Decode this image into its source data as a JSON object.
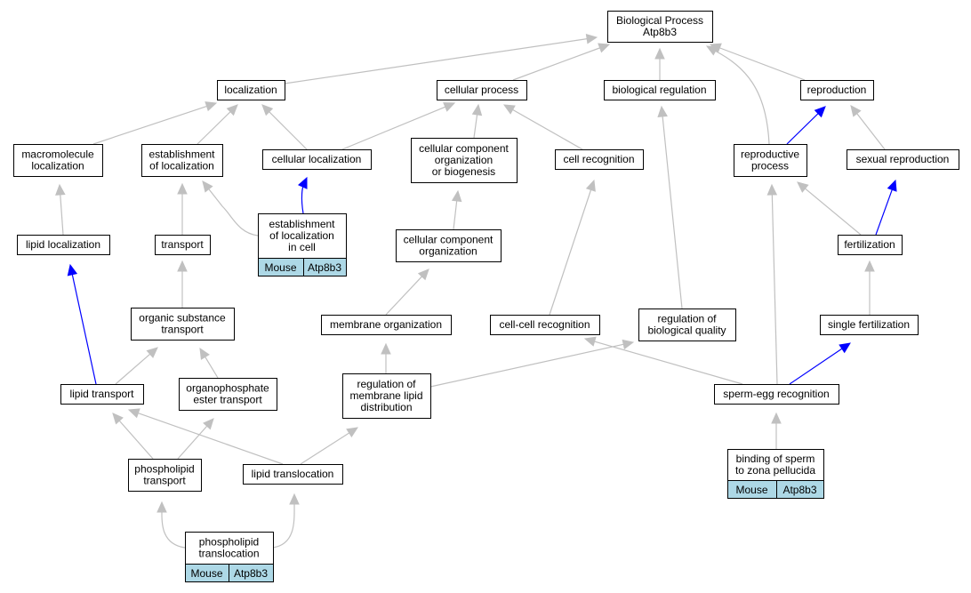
{
  "colors": {
    "edge_default": "#c0c0c0",
    "edge_highlight": "#0000ff",
    "annotation_bg": "#add8e6"
  },
  "nodes": {
    "bp": [
      "Biological Process",
      "Atp8b3"
    ],
    "localization": [
      "localization"
    ],
    "cellular_process": [
      "cellular process"
    ],
    "biological_regulation": [
      "biological regulation"
    ],
    "reproduction": [
      "reproduction"
    ],
    "macromolecule_localization": [
      "macromolecule",
      "localization"
    ],
    "establishment_of_localization": [
      "establishment",
      "of localization"
    ],
    "cellular_localization": [
      "cellular localization"
    ],
    "ccob": [
      "cellular component",
      "organization",
      "or biogenesis"
    ],
    "cell_recognition": [
      "cell recognition"
    ],
    "reproductive_process": [
      "reproductive",
      "process"
    ],
    "sexual_reproduction": [
      "sexual reproduction"
    ],
    "lipid_localization": [
      "lipid localization"
    ],
    "transport": [
      "transport"
    ],
    "eloc_in_cell": [
      "establishment",
      "of localization",
      "in cell"
    ],
    "cco": [
      "cellular component",
      "organization"
    ],
    "fertilization": [
      "fertilization"
    ],
    "organic_substance_transport": [
      "organic substance",
      "transport"
    ],
    "membrane_organization": [
      "membrane organization"
    ],
    "cell_cell_recognition": [
      "cell-cell recognition"
    ],
    "regulation_of_biological_quality": [
      "regulation of",
      "biological quality"
    ],
    "single_fertilization": [
      "single fertilization"
    ],
    "lipid_transport": [
      "lipid transport"
    ],
    "organophosphate_ester_transport": [
      "organophosphate",
      "ester transport"
    ],
    "rmld": [
      "regulation of",
      "membrane lipid",
      "distribution"
    ],
    "sperm_egg_recognition": [
      "sperm-egg recognition"
    ],
    "phospholipid_transport": [
      "phospholipid",
      "transport"
    ],
    "lipid_translocation": [
      "lipid translocation"
    ],
    "binding_sperm_zp": [
      "binding of sperm",
      "to zona pellucida"
    ],
    "phospholipid_translocation": [
      "phospholipid",
      "translocation"
    ]
  },
  "annotations": {
    "eloc_in_cell": [
      "Mouse",
      "Atp8b3"
    ],
    "binding_sperm_zp": [
      "Mouse",
      "Atp8b3"
    ],
    "phospholipid_translocation": [
      "Mouse",
      "Atp8b3"
    ]
  }
}
